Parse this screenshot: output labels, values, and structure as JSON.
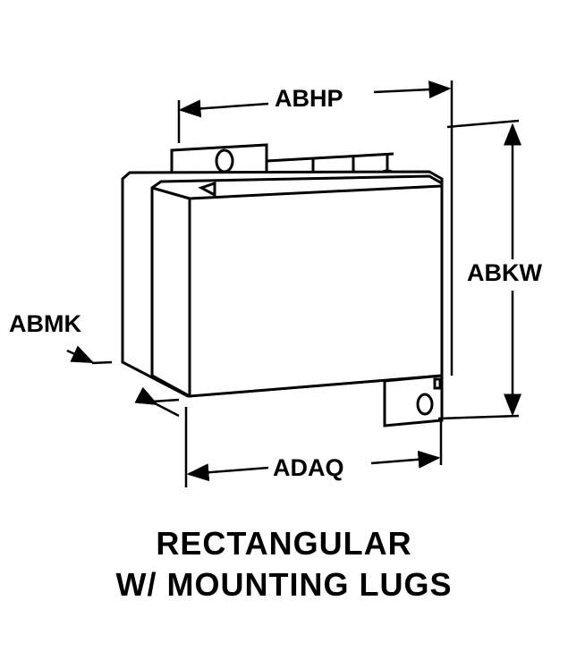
{
  "dimensions": {
    "top_width": "ABHP",
    "height": "ABKW",
    "depth": "ABMK",
    "bottom_width": "ADAQ"
  },
  "caption": {
    "line1": "RECTANGULAR",
    "line2": "W/ MOUNTING LUGS"
  }
}
